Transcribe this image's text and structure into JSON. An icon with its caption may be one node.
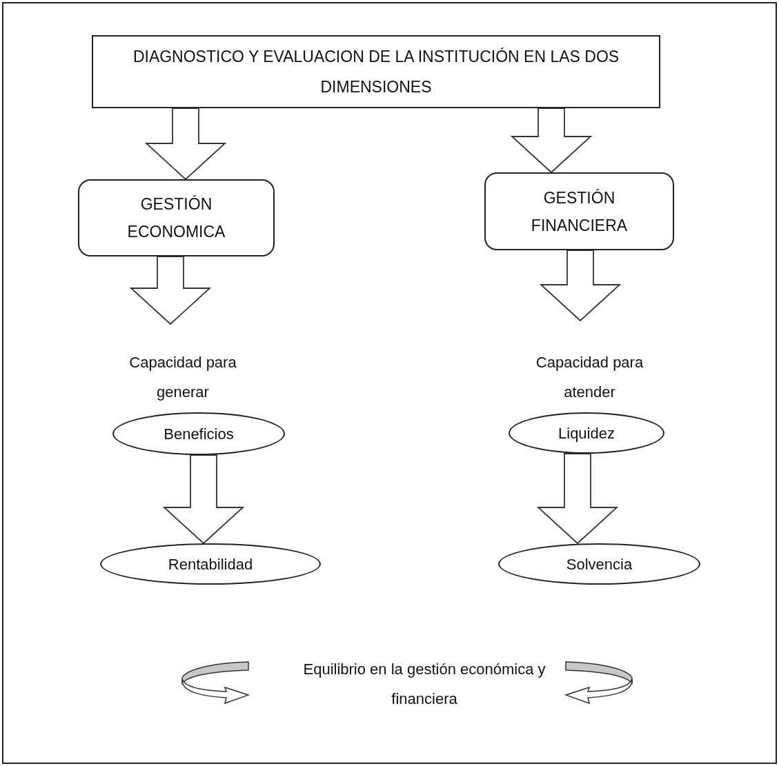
{
  "diagram": {
    "nodes": [
      {
        "text": [
          "DIAGNOSTICO Y EVALUACION DE LA INSTITUCIÓN EN LAS DOS DIMENSIONES"
        ]
      },
      {
        "text": [
          "GESTIÓN ECONOMICA"
        ]
      },
      {
        "text": [
          "GESTIÓN FINANCIERA"
        ]
      },
      {
        "text": [
          "Capacidad para generar"
        ]
      },
      {
        "text": [
          "Capacidad para atender"
        ]
      },
      {
        "text": [
          "Beneficios"
        ]
      },
      {
        "text": [
          "Liquidez"
        ]
      },
      {
        "text": [
          "Rentabilidad"
        ]
      },
      {
        "text": [
          "Solvencia"
        ]
      },
      {
        "text": [
          "Equilibrio en la gestión económica y financiera"
        ]
      }
    ],
    "edges": [
      {
        "from": 0,
        "to": 1,
        "arrow": "to",
        "style": "thick"
      },
      {
        "from": 0,
        "to": 2,
        "arrow": "to",
        "style": "thick"
      },
      {
        "from": 1,
        "to": 3,
        "arrow": "to",
        "style": "thick"
      },
      {
        "from": 2,
        "to": 4,
        "arrow": "to",
        "style": "thick"
      },
      {
        "from": 5,
        "to": 7,
        "arrow": "to",
        "style": "thick"
      },
      {
        "from": 6,
        "to": 8,
        "arrow": "to",
        "style": "thick"
      }
    ]
  }
}
